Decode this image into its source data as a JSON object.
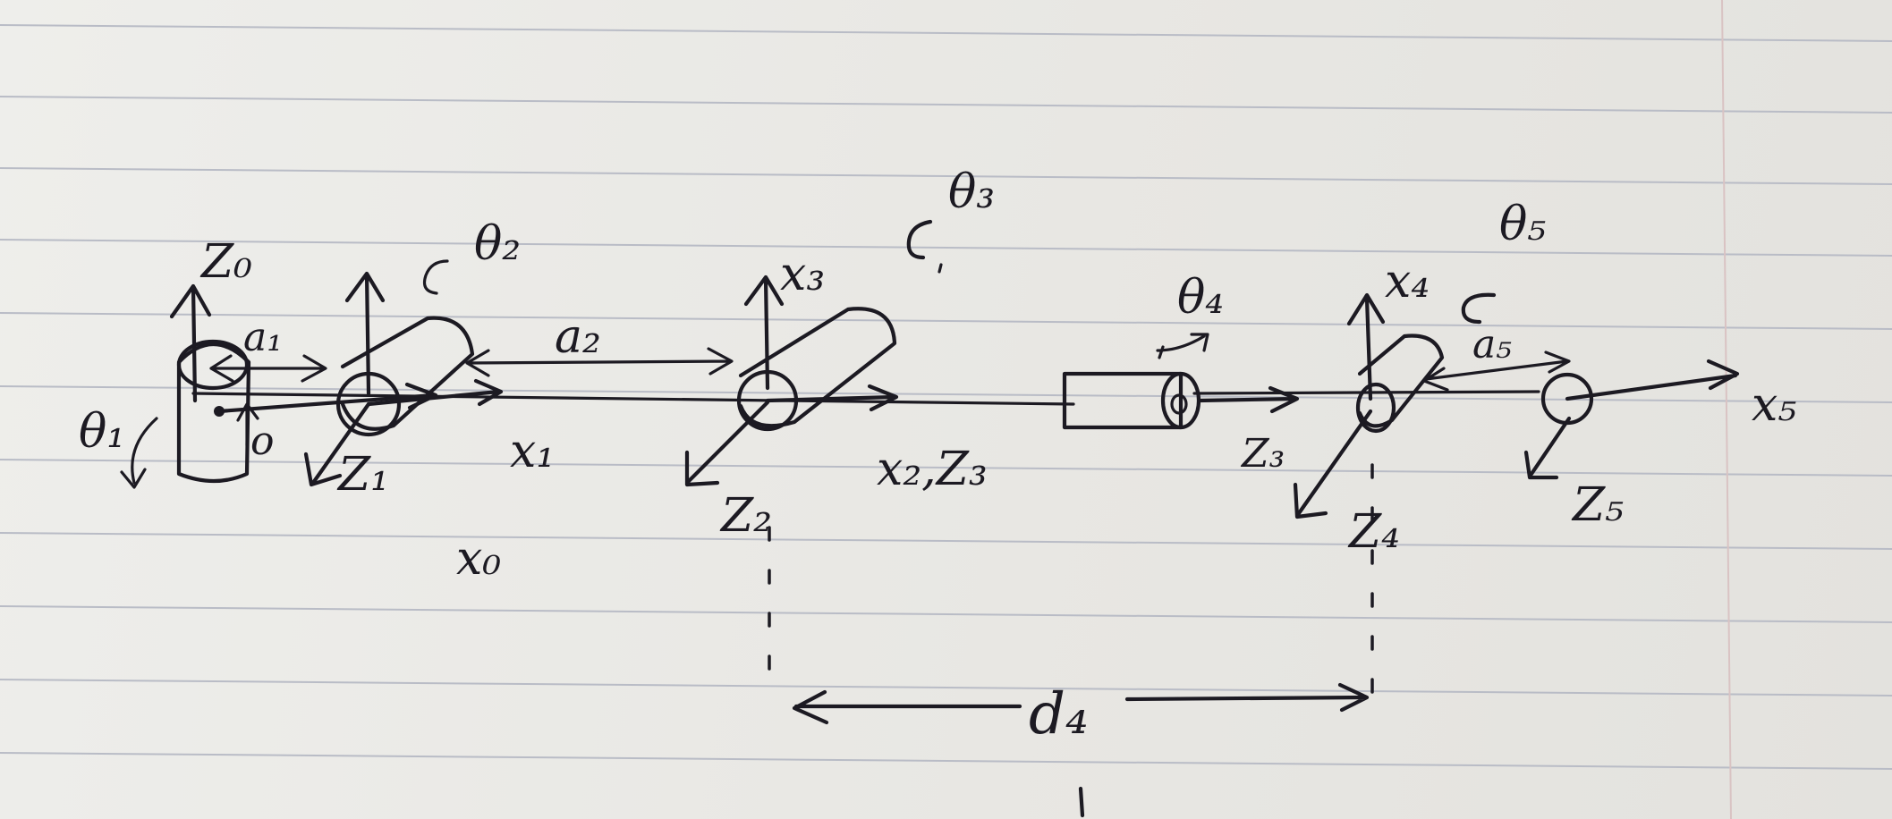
{
  "frames": {
    "z0": "Z₀",
    "x0": "x₀",
    "theta1": "θ₁",
    "base_o": "o",
    "a1": "a₁",
    "theta2": "θ₂",
    "x1": "x₁",
    "z1": "Z₁",
    "a2": "a₂",
    "x3": "x₃",
    "theta3": "θ₃",
    "x2z3": "x₂,Z₃",
    "z2": "Z₂",
    "theta4": "θ₄",
    "z3b": "Z₃",
    "x4": "x₄",
    "z4": "Z₄",
    "theta5": "θ₅",
    "a5": "a₅",
    "x5": "x₅",
    "z5": "Z₅",
    "d4": "d₄"
  }
}
